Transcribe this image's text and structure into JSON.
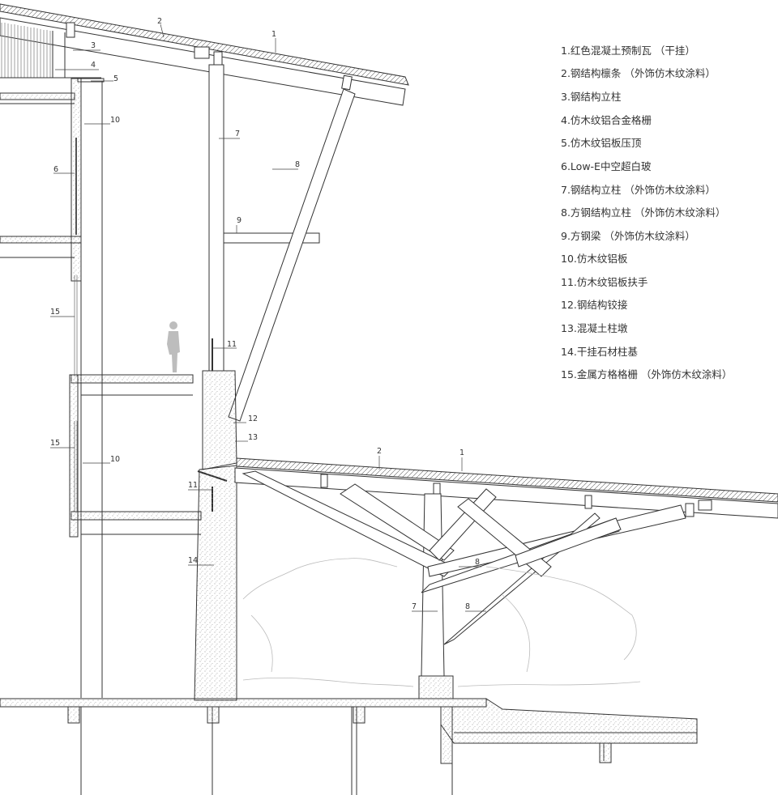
{
  "legend": {
    "items": [
      "1.红色混凝土预制瓦 （干挂）",
      "2.钢结构檩条 （外饰仿木纹涂料）",
      "3.钢结构立柱",
      "4.仿木纹铝合金格栅",
      "5.仿木纹铝板压顶",
      "6.Low-E中空超白玻",
      "7.钢结构立柱 （外饰仿木纹涂料）",
      "8.方钢结构立柱 （外饰仿木纹涂料）",
      "9.方钢梁 （外饰仿木纹涂料）",
      "10.仿木纹铝板",
      "11.仿木纹铝板扶手",
      "12.钢结构铰接",
      "13.混凝土柱墩",
      "14.干挂石材柱基",
      "15.金属方格格栅 （外饰仿木纹涂料）"
    ]
  },
  "callouts": {
    "c1a": "1",
    "c2a": "2",
    "c3": "3",
    "c4": "4",
    "c5": "5",
    "c10a": "10",
    "c6": "6",
    "c7a": "7",
    "c8a": "8",
    "c9": "9",
    "c15a": "15",
    "c11a": "11",
    "c12": "12",
    "c13": "13",
    "c15b": "15",
    "c10b": "10",
    "c11b": "11",
    "c14": "14",
    "c2b": "2",
    "c1b": "1",
    "c8b": "8",
    "c7b": "7",
    "c8c": "8"
  },
  "colors": {
    "ink": "#333333",
    "hatch": "#8a8a8a",
    "concrete": "#d9d9d9"
  }
}
